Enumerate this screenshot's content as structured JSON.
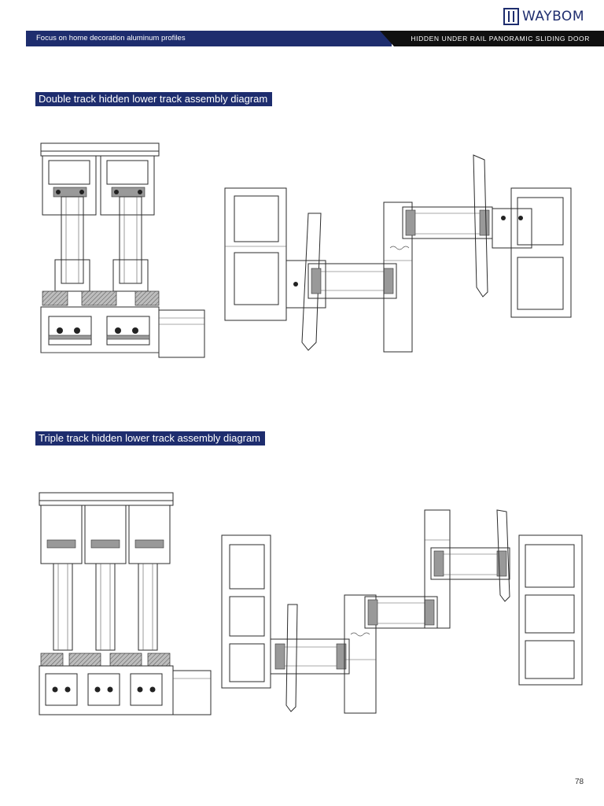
{
  "brand": {
    "name": "WAYBOM",
    "logo_icon": "waybom-logo-icon"
  },
  "header": {
    "tagline": "Focus on home decoration aluminum profiles",
    "product": "HIDDEN UNDER RAIL PANORAMIC SLIDING DOOR",
    "colors": {
      "navy": "#1e2d6e",
      "black": "#101010"
    }
  },
  "sections": [
    {
      "title": "Double track hidden lower track assembly diagram"
    },
    {
      "title": "Triple track hidden lower track assembly diagram"
    }
  ],
  "page_number": "78"
}
